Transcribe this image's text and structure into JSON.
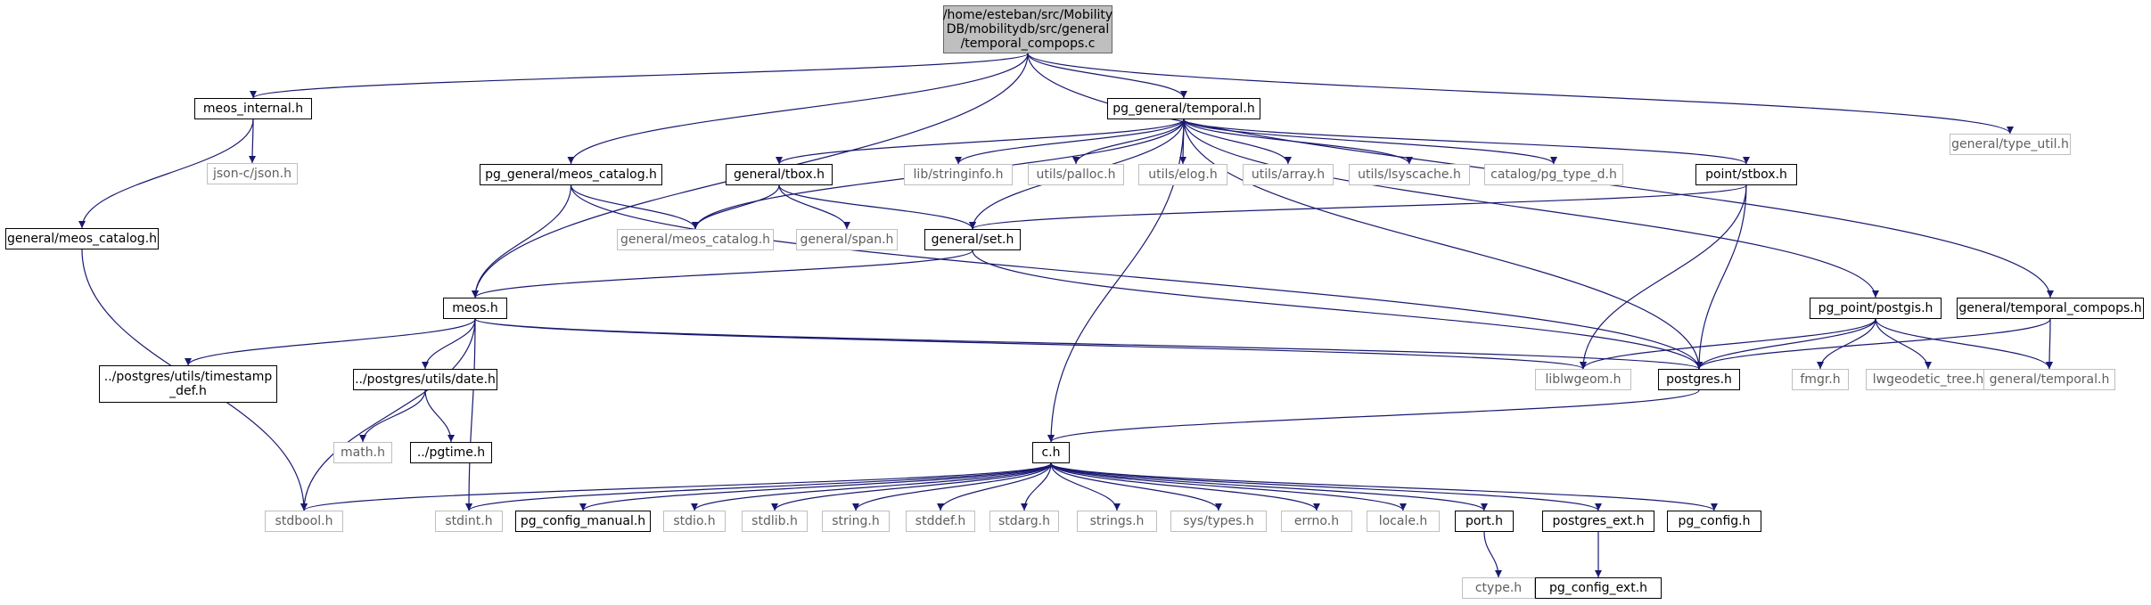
{
  "graph": {
    "edge_color": "#191970",
    "root_fill": "#bfbfbf",
    "nodes": [
      {
        "id": "root",
        "label": "/home/esteban/src/Mobility\nDB/mobilitydb/src/general\n/temporal_compops.c",
        "kind": "root"
      },
      {
        "id": "meos_internal",
        "label": "meos_internal.h",
        "kind": "doc"
      },
      {
        "id": "pg_temporal",
        "label": "pg_general/temporal.h",
        "kind": "doc"
      },
      {
        "id": "type_util",
        "label": "general/type_util.h",
        "kind": "undoc"
      },
      {
        "id": "json",
        "label": "json-c/json.h",
        "kind": "undoc"
      },
      {
        "id": "pg_meos_catalog",
        "label": "pg_general/meos_catalog.h",
        "kind": "doc"
      },
      {
        "id": "tbox",
        "label": "general/tbox.h",
        "kind": "doc"
      },
      {
        "id": "stringinfo",
        "label": "lib/stringinfo.h",
        "kind": "undoc"
      },
      {
        "id": "palloc",
        "label": "utils/palloc.h",
        "kind": "undoc"
      },
      {
        "id": "elog",
        "label": "utils/elog.h",
        "kind": "undoc"
      },
      {
        "id": "array",
        "label": "utils/array.h",
        "kind": "undoc"
      },
      {
        "id": "lsyscache",
        "label": "utils/lsyscache.h",
        "kind": "undoc"
      },
      {
        "id": "pg_type_d",
        "label": "catalog/pg_type_d.h",
        "kind": "undoc"
      },
      {
        "id": "stbox",
        "label": "point/stbox.h",
        "kind": "doc"
      },
      {
        "id": "general_meos_catalog_doc",
        "label": "general/meos_catalog.h",
        "kind": "doc"
      },
      {
        "id": "general_meos_catalog_undoc",
        "label": "general/meos_catalog.h",
        "kind": "undoc"
      },
      {
        "id": "span",
        "label": "general/span.h",
        "kind": "undoc"
      },
      {
        "id": "set",
        "label": "general/set.h",
        "kind": "doc"
      },
      {
        "id": "pg_postgis",
        "label": "pg_point/postgis.h",
        "kind": "doc"
      },
      {
        "id": "temporal_compops_h",
        "label": "general/temporal_compops.h",
        "kind": "doc"
      },
      {
        "id": "meos",
        "label": "meos.h",
        "kind": "doc"
      },
      {
        "id": "timestamp_def",
        "label": "../postgres/utils/timestamp\n_def.h",
        "kind": "doc"
      },
      {
        "id": "date",
        "label": "../postgres/utils/date.h",
        "kind": "doc"
      },
      {
        "id": "liblwgeom",
        "label": "liblwgeom.h",
        "kind": "undoc"
      },
      {
        "id": "postgres",
        "label": "postgres.h",
        "kind": "doc"
      },
      {
        "id": "fmgr",
        "label": "fmgr.h",
        "kind": "undoc"
      },
      {
        "id": "lwgeodetic",
        "label": "lwgeodetic_tree.h",
        "kind": "undoc"
      },
      {
        "id": "general_temporal",
        "label": "general/temporal.h",
        "kind": "undoc"
      },
      {
        "id": "math",
        "label": "math.h",
        "kind": "undoc"
      },
      {
        "id": "pgtime",
        "label": "../pgtime.h",
        "kind": "doc"
      },
      {
        "id": "c",
        "label": "c.h",
        "kind": "doc"
      },
      {
        "id": "stdbool",
        "label": "stdbool.h",
        "kind": "undoc"
      },
      {
        "id": "stdint",
        "label": "stdint.h",
        "kind": "undoc"
      },
      {
        "id": "pg_config_manual",
        "label": "pg_config_manual.h",
        "kind": "doc"
      },
      {
        "id": "stdio",
        "label": "stdio.h",
        "kind": "undoc"
      },
      {
        "id": "stdlib",
        "label": "stdlib.h",
        "kind": "undoc"
      },
      {
        "id": "string",
        "label": "string.h",
        "kind": "undoc"
      },
      {
        "id": "stddef",
        "label": "stddef.h",
        "kind": "undoc"
      },
      {
        "id": "stdarg",
        "label": "stdarg.h",
        "kind": "undoc"
      },
      {
        "id": "strings",
        "label": "strings.h",
        "kind": "undoc"
      },
      {
        "id": "systypes",
        "label": "sys/types.h",
        "kind": "undoc"
      },
      {
        "id": "errno",
        "label": "errno.h",
        "kind": "undoc"
      },
      {
        "id": "locale",
        "label": "locale.h",
        "kind": "undoc"
      },
      {
        "id": "port",
        "label": "port.h",
        "kind": "doc"
      },
      {
        "id": "postgres_ext",
        "label": "postgres_ext.h",
        "kind": "doc"
      },
      {
        "id": "pg_config",
        "label": "pg_config.h",
        "kind": "doc"
      },
      {
        "id": "ctype",
        "label": "ctype.h",
        "kind": "undoc"
      },
      {
        "id": "pg_config_ext",
        "label": "pg_config_ext.h",
        "kind": "doc"
      }
    ],
    "edges": [
      [
        "root",
        "meos_internal"
      ],
      [
        "root",
        "pg_temporal"
      ],
      [
        "root",
        "type_util"
      ],
      [
        "root",
        "pg_meos_catalog"
      ],
      [
        "root",
        "meos"
      ],
      [
        "root",
        "temporal_compops_h"
      ],
      [
        "meos_internal",
        "json"
      ],
      [
        "meos_internal",
        "general_meos_catalog_doc"
      ],
      [
        "pg_temporal",
        "c"
      ],
      [
        "pg_temporal",
        "general_meos_catalog_undoc"
      ],
      [
        "pg_temporal",
        "tbox"
      ],
      [
        "pg_temporal",
        "set"
      ],
      [
        "pg_temporal",
        "stringinfo"
      ],
      [
        "pg_temporal",
        "palloc"
      ],
      [
        "pg_temporal",
        "elog"
      ],
      [
        "pg_temporal",
        "array"
      ],
      [
        "pg_temporal",
        "lsyscache"
      ],
      [
        "pg_temporal",
        "pg_type_d"
      ],
      [
        "pg_temporal",
        "stbox"
      ],
      [
        "pg_temporal",
        "postgres"
      ],
      [
        "pg_temporal",
        "pg_postgis"
      ],
      [
        "pg_meos_catalog",
        "general_meos_catalog_undoc"
      ],
      [
        "pg_meos_catalog",
        "meos"
      ],
      [
        "pg_meos_catalog",
        "postgres"
      ],
      [
        "tbox",
        "general_meos_catalog_undoc"
      ],
      [
        "tbox",
        "span"
      ],
      [
        "tbox",
        "set"
      ],
      [
        "stbox",
        "set"
      ],
      [
        "stbox",
        "liblwgeom"
      ],
      [
        "stbox",
        "postgres"
      ],
      [
        "general_meos_catalog_doc",
        "stdbool"
      ],
      [
        "set",
        "meos"
      ],
      [
        "set",
        "postgres"
      ],
      [
        "pg_postgis",
        "liblwgeom"
      ],
      [
        "pg_postgis",
        "postgres"
      ],
      [
        "pg_postgis",
        "fmgr"
      ],
      [
        "pg_postgis",
        "lwgeodetic"
      ],
      [
        "pg_postgis",
        "general_temporal"
      ],
      [
        "temporal_compops_h",
        "postgres"
      ],
      [
        "temporal_compops_h",
        "general_temporal"
      ],
      [
        "meos",
        "timestamp_def"
      ],
      [
        "meos",
        "date"
      ],
      [
        "meos",
        "liblwgeom"
      ],
      [
        "meos",
        "postgres"
      ],
      [
        "meos",
        "stdbool"
      ],
      [
        "meos",
        "stdint"
      ],
      [
        "date",
        "math"
      ],
      [
        "date",
        "pgtime"
      ],
      [
        "postgres",
        "c"
      ],
      [
        "c",
        "stdbool"
      ],
      [
        "c",
        "stdint"
      ],
      [
        "c",
        "pg_config_manual"
      ],
      [
        "c",
        "stdio"
      ],
      [
        "c",
        "stdlib"
      ],
      [
        "c",
        "string"
      ],
      [
        "c",
        "stddef"
      ],
      [
        "c",
        "stdarg"
      ],
      [
        "c",
        "strings"
      ],
      [
        "c",
        "systypes"
      ],
      [
        "c",
        "errno"
      ],
      [
        "c",
        "locale"
      ],
      [
        "c",
        "port"
      ],
      [
        "c",
        "postgres_ext"
      ],
      [
        "c",
        "pg_config"
      ],
      [
        "port",
        "ctype"
      ],
      [
        "postgres_ext",
        "pg_config_ext"
      ]
    ]
  }
}
